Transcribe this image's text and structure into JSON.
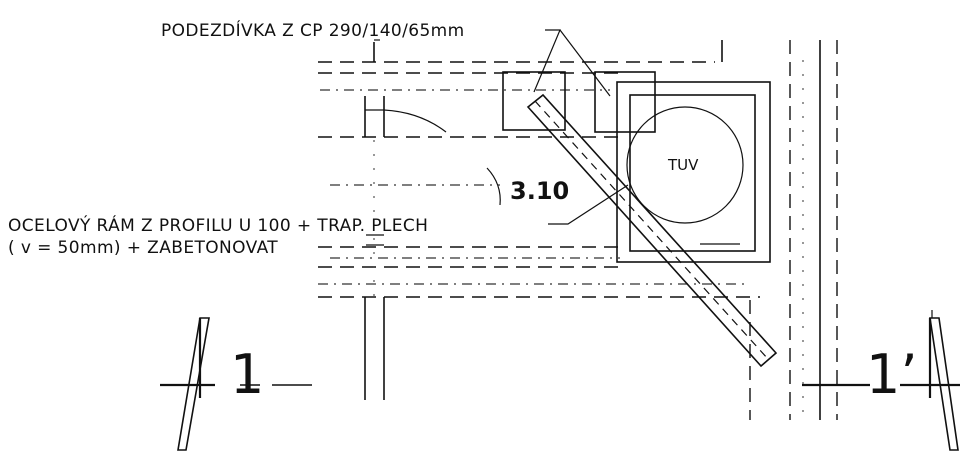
{
  "annotations": {
    "ramp_label": "PODEZDÍVKA Z CP 290/140/65mm",
    "frame_label_line1": "OCELOVÝ RÁM Z PROFILU U 100 + TRAP. PLECH",
    "frame_label_line2": "( v = 50mm) + ZABETONOVAT",
    "room_number": "3.10",
    "tank_label": "TUV",
    "section_left": "1",
    "section_right": "1’"
  }
}
